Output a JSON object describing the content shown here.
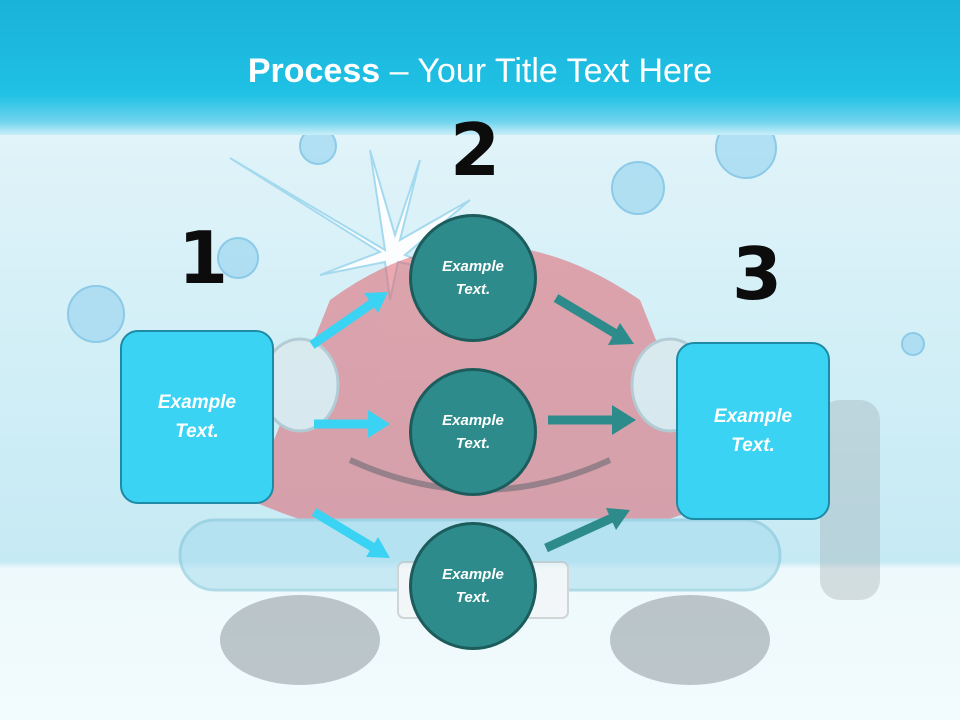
{
  "title": {
    "bold": "Process",
    "rest": " – Your Title Text Here"
  },
  "steps": [
    {
      "number": "1",
      "text": "Example\nText."
    },
    {
      "number": "2",
      "text": "Example\nText."
    },
    {
      "number": "3",
      "text": "Example\nText."
    }
  ],
  "circles": [
    {
      "text": "Example\nText."
    },
    {
      "text": "Example\nText."
    },
    {
      "text": "Example\nText."
    }
  ],
  "colors": {
    "title_band": "#1fc1e4",
    "box_fill": "#3ad3f3",
    "circle_fill": "#2e8b8b",
    "arrow_light": "#3ad3f3",
    "arrow_dark": "#2e8b8b"
  }
}
